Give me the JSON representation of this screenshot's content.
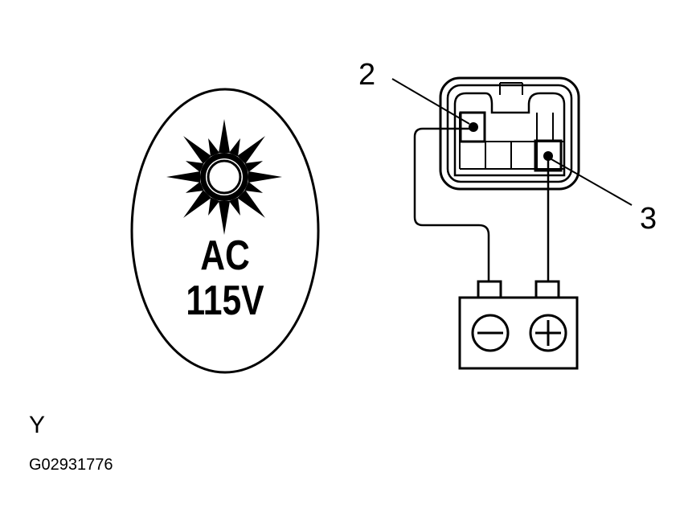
{
  "switch_face": {
    "line1": "AC",
    "line2": "115V",
    "icon": "sun-icon"
  },
  "callouts": {
    "terminal_2": "2",
    "terminal_3": "3"
  },
  "battery": {
    "negative_icon": "minus-icon",
    "positive_icon": "plus-icon"
  },
  "footer": {
    "view_letter": "Y",
    "figure_code": "G02931776"
  }
}
